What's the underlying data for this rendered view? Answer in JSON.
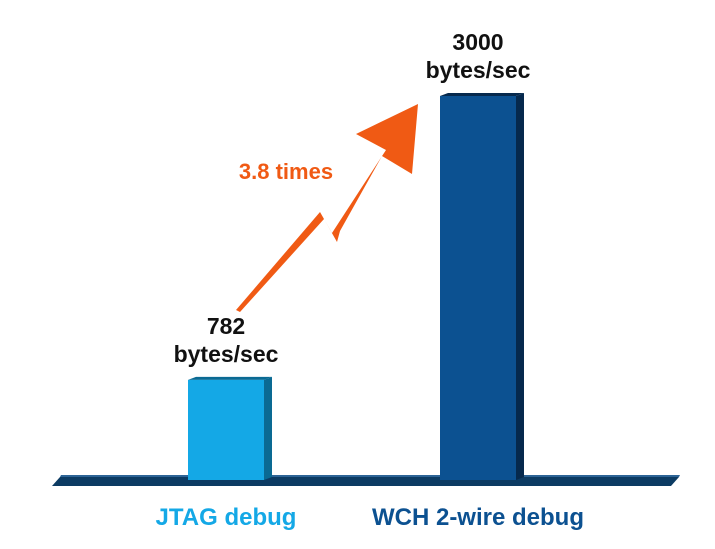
{
  "chart_data": {
    "type": "bar",
    "title": "",
    "xlabel": "",
    "ylabel": "",
    "categories": [
      "JTAG debug",
      "WCH 2-wire debug"
    ],
    "values": [
      782,
      3000
    ],
    "value_units": [
      "bytes/sec",
      "bytes/sec"
    ],
    "ylim": [
      0,
      3000
    ],
    "grid": false,
    "legend": "none",
    "bar_colors": [
      "#14a8e6",
      "#0c5191"
    ],
    "bar_side_colors": [
      "#0a6a93",
      "#06294d"
    ],
    "category_label_colors": [
      "#14a8e6",
      "#0c5191"
    ],
    "annotation": {
      "text": "3.8 times",
      "color": "#f05a14",
      "shape": "zigzag-arrow"
    },
    "baseline_color": "#0c3b63"
  }
}
